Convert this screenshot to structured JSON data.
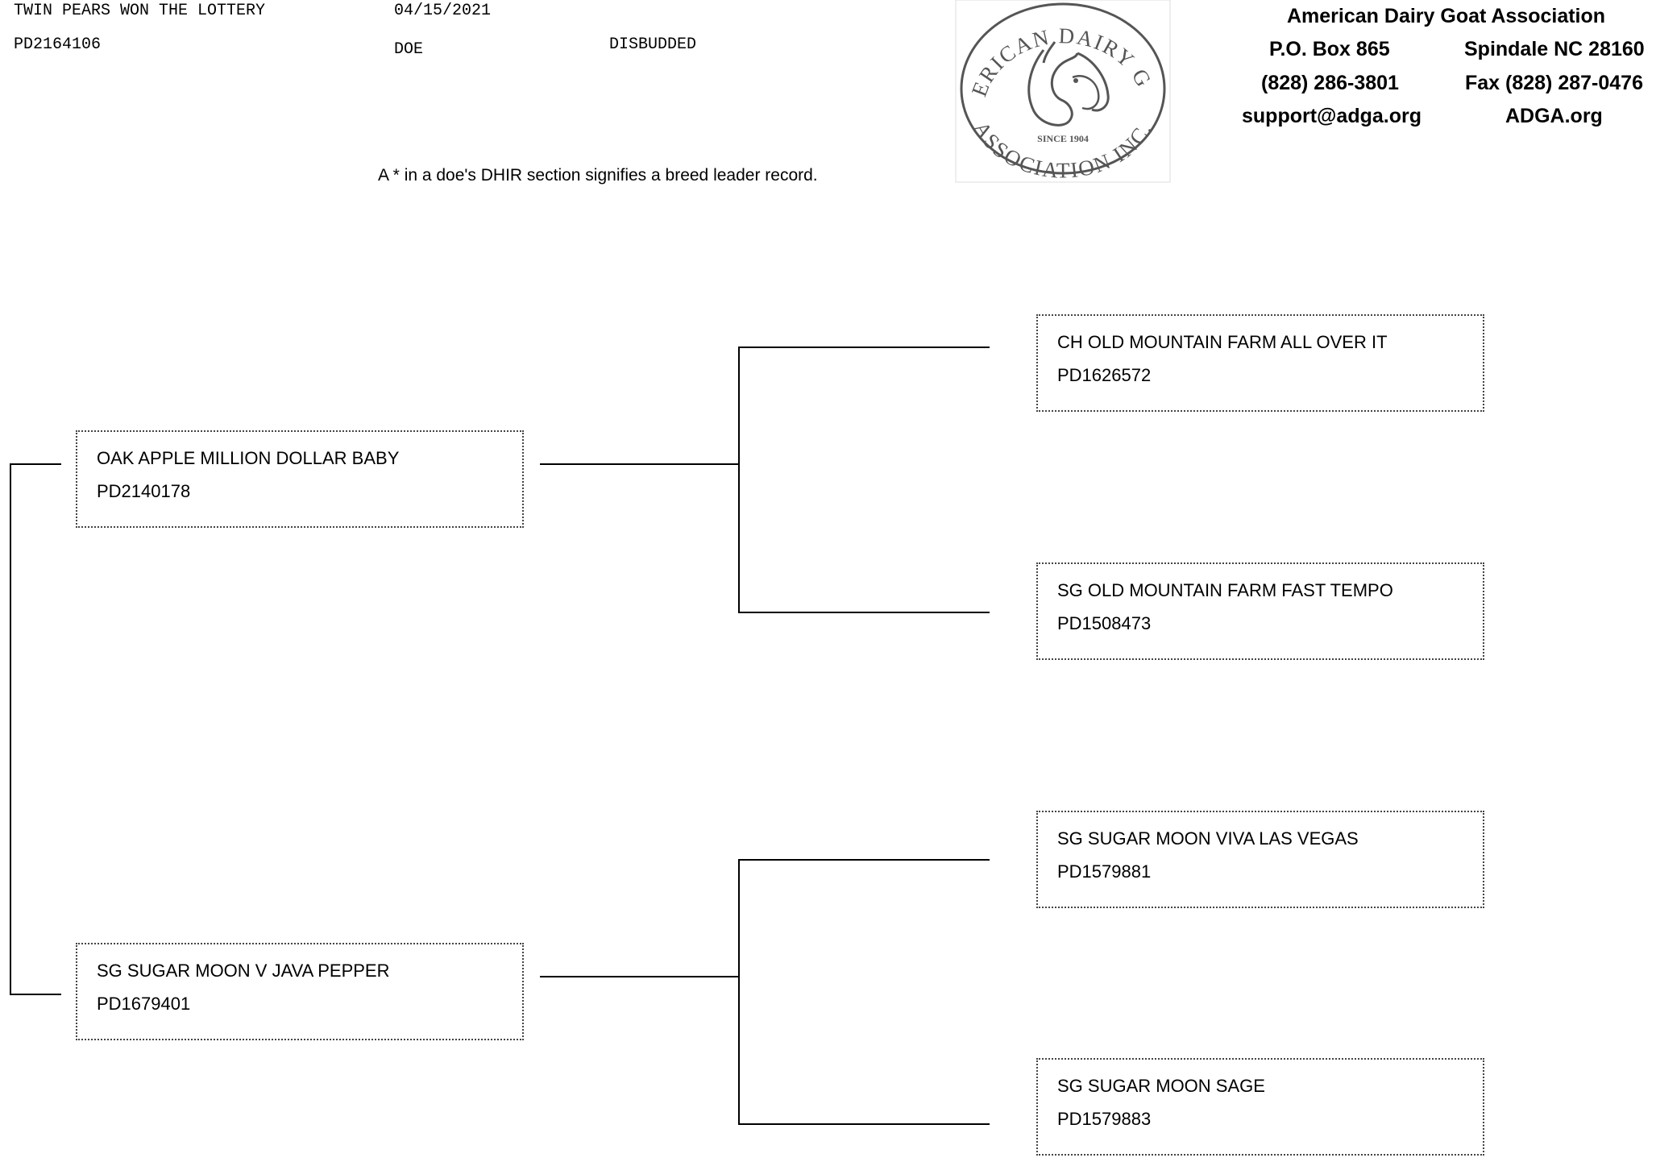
{
  "header": {
    "animal_name": "TWIN PEARS WON THE LOTTERY",
    "registration": "PD2164106",
    "birth_date": "04/15/2021",
    "sex": "DOE",
    "horn_status": "DISBUDDED",
    "note": "A * in a doe's DHIR section signifies a breed leader record."
  },
  "logo": {
    "top_text": "AMERICAN DAIRY GOAT",
    "bottom_text": "ASSOCIATION INC.",
    "since": "SINCE 1904"
  },
  "association": {
    "name": "American Dairy Goat Association",
    "po_box": "P.O. Box 865",
    "city": "Spindale NC 28160",
    "phone": "(828) 286-3801",
    "fax": "Fax (828) 287-0476",
    "email": "support@adga.org",
    "website": "ADGA.org"
  },
  "pedigree": {
    "sire": {
      "name": "OAK APPLE MILLION DOLLAR BABY",
      "reg": "PD2140178"
    },
    "dam": {
      "name": "SG SUGAR MOON V JAVA PEPPER",
      "reg": "PD1679401"
    },
    "sire_sire": {
      "name": "CH OLD MOUNTAIN FARM ALL OVER IT",
      "reg": "PD1626572"
    },
    "sire_dam": {
      "name": "SG OLD MOUNTAIN FARM FAST TEMPO",
      "reg": "PD1508473"
    },
    "dam_sire": {
      "name": "SG SUGAR MOON VIVA LAS VEGAS",
      "reg": "PD1579881"
    },
    "dam_dam": {
      "name": "SG SUGAR MOON SAGE",
      "reg": "PD1579883"
    }
  }
}
